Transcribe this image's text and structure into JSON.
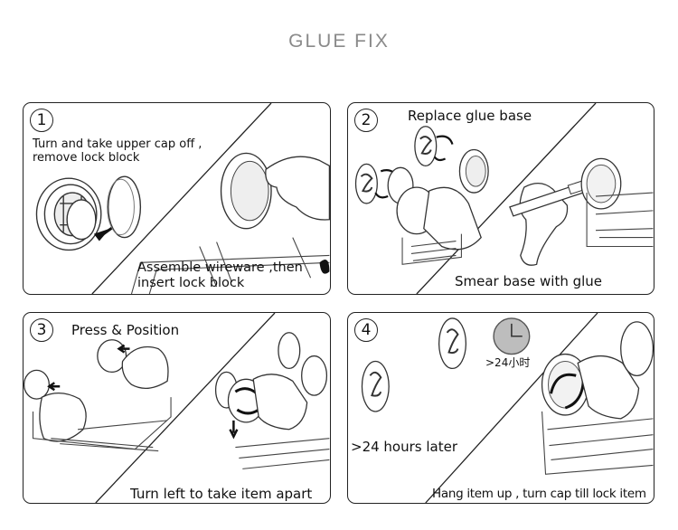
{
  "title": "GLUE FIX",
  "steps": [
    {
      "number": "1",
      "text_a": "Turn and take upper cap  off ,",
      "text_b": "remove lock block",
      "text_c": "Assemble wireware ,then",
      "text_d": "insert lock block"
    },
    {
      "number": "2",
      "text_a": "Replace glue base",
      "text_b": "Smear base with glue"
    },
    {
      "number": "3",
      "text_a": "Press & Position",
      "text_b": "Turn left to take item apart"
    },
    {
      "number": "4",
      "clock_label": ">24小时",
      "text_a": ">24 hours later",
      "text_b": "Hang item up , turn cap till lock item"
    }
  ],
  "colors": {
    "title": "#8a8a8a",
    "line": "#222222",
    "clock_fill": "#bdbdbd"
  }
}
